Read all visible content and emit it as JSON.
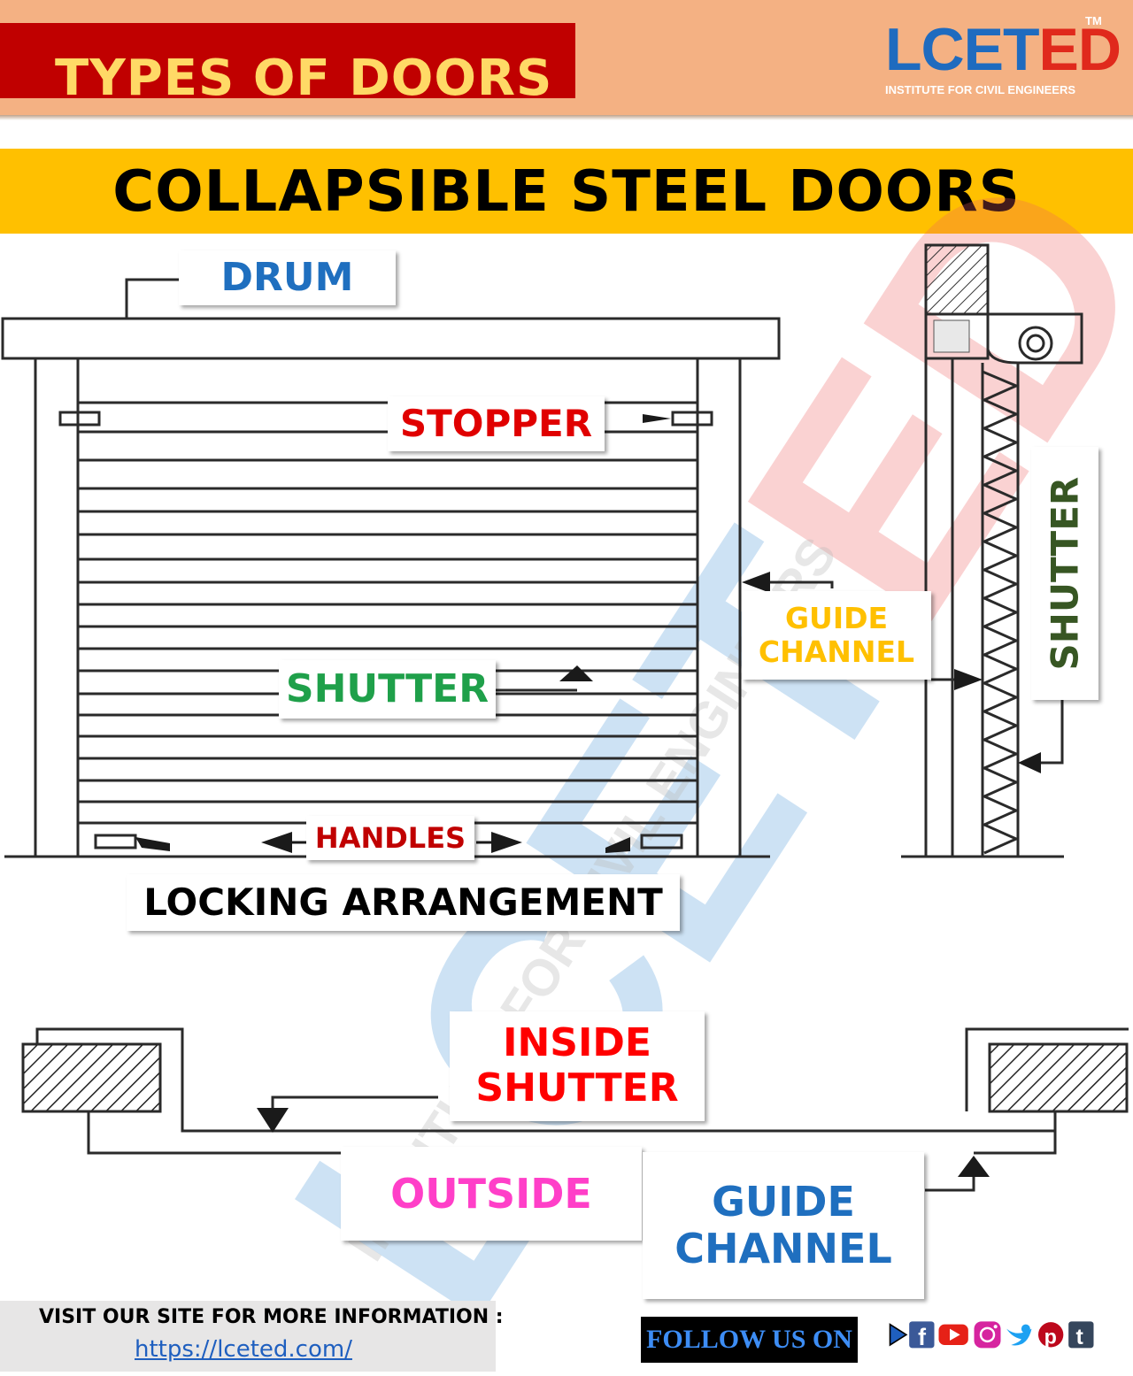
{
  "header": {
    "title": "TYPES OF DOORS",
    "logo_blue": "LCET",
    "logo_red": "ED",
    "logo_tm": "TM",
    "logo_subtitle": "INSTITUTE FOR CIVIL ENGINEERS"
  },
  "banner": {
    "title": "COLLAPSIBLE STEEL DOORS"
  },
  "labels": {
    "drum": "DRUM",
    "stopper": "STOPPER",
    "shutter_front": "SHUTTER",
    "handles": "HANDLES",
    "locking": "LOCKING ARRANGEMENT",
    "guide_channel_side_line1": "GUIDE",
    "guide_channel_side_line2": "CHANNEL",
    "shutter_side": "SHUTTER",
    "inside_line1": "INSIDE",
    "inside_line2": "SHUTTER",
    "outside": "OUTSIDE",
    "guide_channel_plan_line1": "GUIDE",
    "guide_channel_plan_line2": "CHANNEL"
  },
  "label_colors": {
    "drum": "#1f6fbf",
    "stopper": "#e00000",
    "shutter_front": "#1fa04a",
    "handles": "#c00000",
    "locking": "#000000",
    "guide_channel_side": "#ffc000",
    "shutter_side": "#375623",
    "inside": "#ff0000",
    "outside": "#ff3fc8",
    "guide_channel_plan": "#1f6fbf"
  },
  "watermark": {
    "text_blue": "LCET",
    "text_red": "ED",
    "subtitle": "INSTITUTE FOR CIVIL ENGINEERS"
  },
  "footer": {
    "visit_text": "VISIT OUR SITE FOR MORE INFORMATION :",
    "link": "https://lceted.com/",
    "follow_text": "FOLLOW US ON",
    "social_icons": [
      "play-arrow-icon",
      "facebook-icon",
      "youtube-icon",
      "instagram-icon",
      "twitter-icon",
      "pinterest-icon",
      "tumblr-icon"
    ]
  }
}
